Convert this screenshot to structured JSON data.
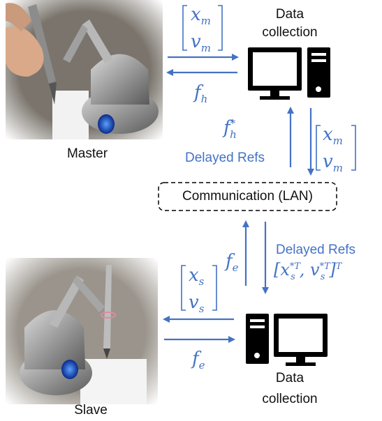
{
  "nodes": {
    "master_label": "Master",
    "slave_label": "Slave",
    "data_collection_top": [
      "Data",
      "collection"
    ],
    "data_collection_bottom": [
      "Data",
      "collection"
    ],
    "communication": "Communication (LAN)"
  },
  "signals": {
    "xm": "x",
    "xm_sub": "m",
    "vm": "v",
    "vm_sub": "m",
    "fh": "f",
    "fh_sub": "h",
    "fh_star": "f",
    "fh_star_sub": "h",
    "fh_star_sup": "*",
    "delayed_refs_top": "Delayed Refs",
    "xm2": "x",
    "xm2_sub": "m",
    "vm2": "v",
    "vm2_sub": "m",
    "fe_mid": "f",
    "fe_mid_sub": "e",
    "delayed_refs_bottom": "Delayed Refs",
    "delayed_vec": "[x",
    "delayed_vec_sub": "s",
    "delayed_vec_sup": "*T",
    "delayed_vec_mid": ", v",
    "delayed_vec_sub2": "s",
    "delayed_vec_sup2": "*T",
    "delayed_vec_end": "]",
    "delayed_vec_end_sup": "T",
    "xs": "x",
    "xs_sub": "s",
    "vs": "v",
    "vs_sub": "s",
    "fe_bottom": "f",
    "fe_bottom_sub": "e"
  },
  "colors": {
    "arrow": "#4472c4",
    "computer": "#000000"
  }
}
